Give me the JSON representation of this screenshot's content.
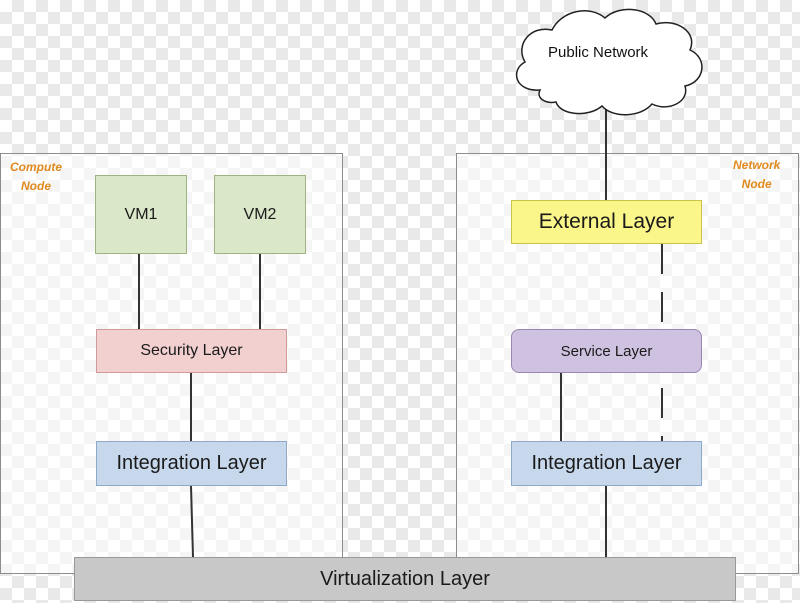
{
  "compute_node": {
    "label_line1": "Compute",
    "label_line2": "Node"
  },
  "network_node": {
    "label_line1": "Network",
    "label_line2": "Node"
  },
  "public_network": "Public Network",
  "vm1": "VM1",
  "vm2": "VM2",
  "security_layer": "Security Layer",
  "integration_layer_compute": "Integration Layer",
  "external_layer": "External Layer",
  "service_layer": "Service Layer",
  "integration_layer_network": "Integration Layer",
  "virtualization_layer": "Virtualization Layer",
  "colors": {
    "node_label": "#e08a1e",
    "vm": "#dbe7c9",
    "security": "#f2d0d0",
    "integration": "#c8d8ec",
    "external": "#fbf68a",
    "service": "#cfc2e0",
    "virtualization": "#c8c8c8"
  }
}
